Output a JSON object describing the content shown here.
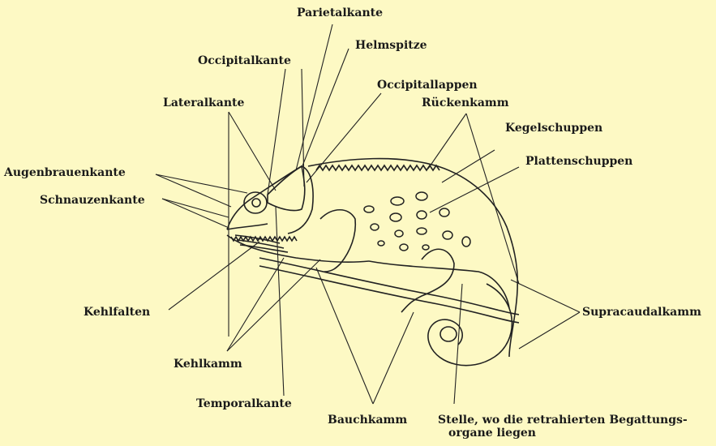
{
  "labels": {
    "parietalkante": "Parietalkante",
    "helmspitze": "Helmspitze",
    "occipitalkante": "Occipitalkante",
    "occipitallappen": "Occipitallappen",
    "lateralkante": "Lateralkante",
    "rueckenkamm": "Rückenkamm",
    "kegelschuppen": "Kegelschuppen",
    "plattenschuppen": "Plattenschuppen",
    "augenbrauenkante": "Augenbrauenkante",
    "schnauzenkante": "Schnauzenkante",
    "kehlfalten": "Kehlfalten",
    "supracaudalkamm": "Supracaudalkamm",
    "kehlkamm": "Kehlkamm",
    "temporalkante": "Temporalkante",
    "bauchkamm": "Bauchkamm",
    "stelle_line1": "Stelle, wo die retrahierten Begattungs-",
    "stelle_line2": "organe liegen"
  }
}
